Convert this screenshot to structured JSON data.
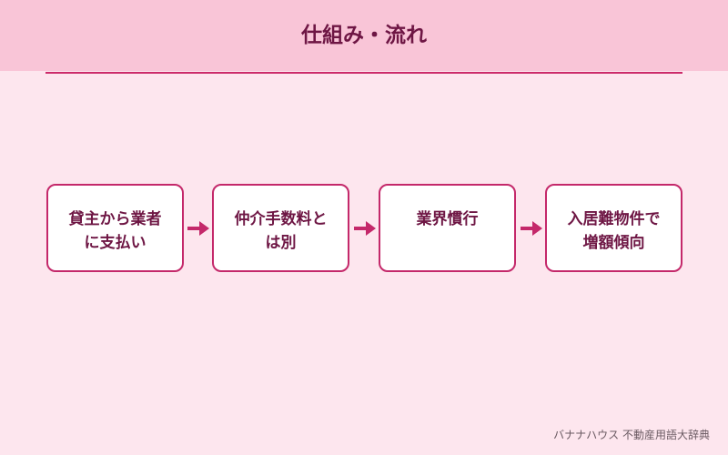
{
  "header": {
    "title": "仕組み・流れ"
  },
  "flow": {
    "steps": [
      {
        "line1": "貸主から業者",
        "line2": "に支払い"
      },
      {
        "line1": "仲介手数料と",
        "line2": "は別"
      },
      {
        "line1": "業界慣行",
        "line2": ""
      },
      {
        "line1": "入居難物件で",
        "line2": "増額傾向"
      }
    ],
    "arrow_icon": "arrow-right-icon"
  },
  "footer": {
    "credit": "バナナハウス 不動産用語大辞典"
  },
  "colors": {
    "header_bg": "#f9c5d7",
    "page_bg": "#fde6ee",
    "accent": "#c4286a",
    "text": "#6e1644"
  }
}
